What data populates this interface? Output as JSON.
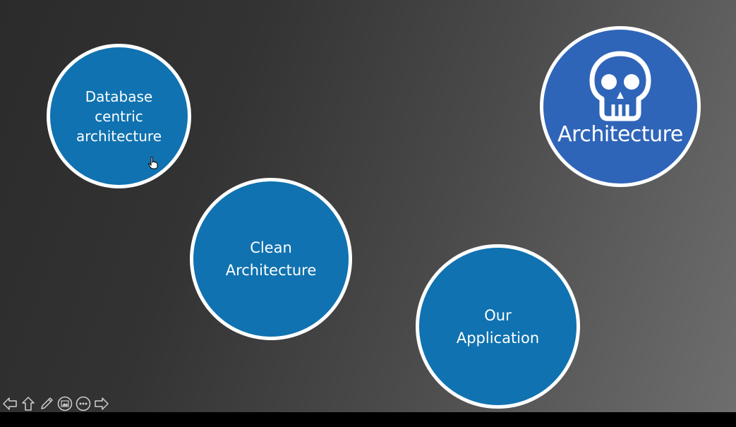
{
  "slide": {
    "circles": {
      "database": "Database\ncentric\narchitecture",
      "clean": "Clean\nArchitecture",
      "application": "Our\nApplication",
      "architecture": "Architecture"
    },
    "colors": {
      "circle_fill": "#1072b0",
      "highlight_fill": "#2f65b9",
      "border": "#ffffff"
    }
  },
  "controls": {
    "icons": [
      "previous-arrow-icon",
      "up-arrow-icon",
      "pen-icon",
      "image-icon",
      "more-icon",
      "next-arrow-icon"
    ]
  }
}
